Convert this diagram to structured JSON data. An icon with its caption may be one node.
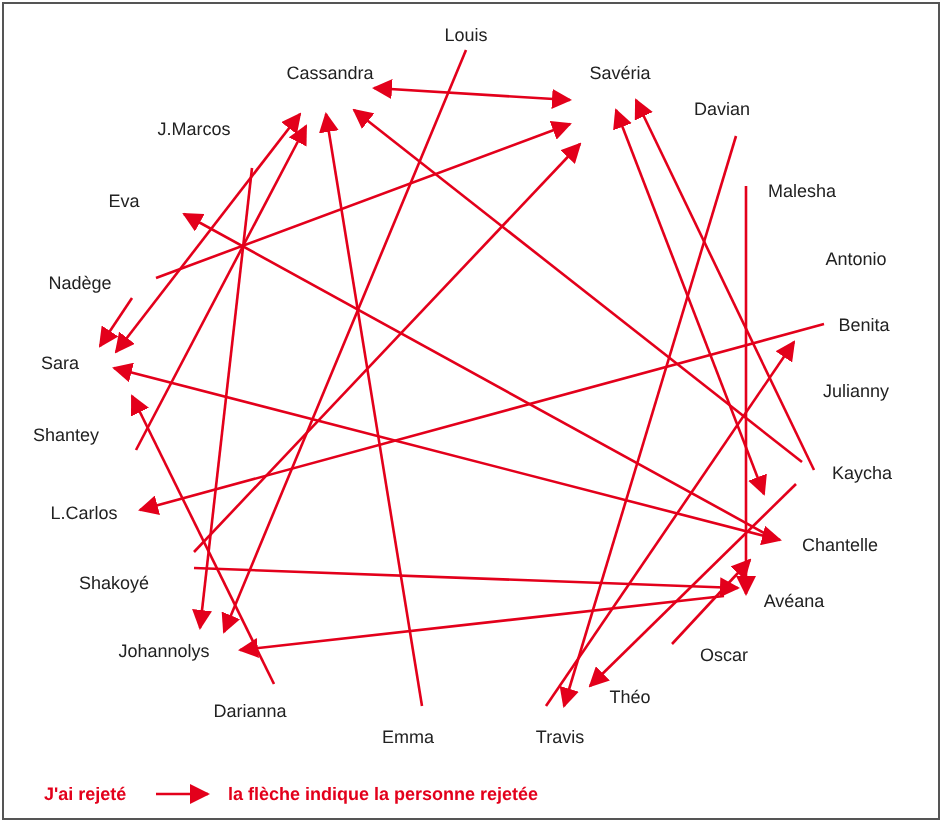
{
  "diagram": {
    "nodes": [
      {
        "text": [
          "Louis"
        ]
      },
      {
        "text": [
          "Cassandra"
        ]
      },
      {
        "text": [
          "Savéria"
        ]
      },
      {
        "text": [
          "Davian"
        ]
      },
      {
        "text": [
          "J.Marcos"
        ]
      },
      {
        "text": [
          "Malesha"
        ]
      },
      {
        "text": [
          "Eva"
        ]
      },
      {
        "text": [
          "Antonio"
        ]
      },
      {
        "text": [
          "Nadège"
        ]
      },
      {
        "text": [
          "Benita"
        ]
      },
      {
        "text": [
          "Sara"
        ]
      },
      {
        "text": [
          "Julianny"
        ]
      },
      {
        "text": [
          "Shantey"
        ]
      },
      {
        "text": [
          "Kaycha"
        ]
      },
      {
        "text": [
          "L.Carlos"
        ]
      },
      {
        "text": [
          "Chantelle"
        ]
      },
      {
        "text": [
          "Shakoyé"
        ]
      },
      {
        "text": [
          "Avéana"
        ]
      },
      {
        "text": [
          "Johannolys"
        ]
      },
      {
        "text": [
          "Oscar"
        ]
      },
      {
        "text": [
          "Darianna"
        ]
      },
      {
        "text": [
          "Théo"
        ]
      },
      {
        "text": [
          "Emma"
        ]
      },
      {
        "text": [
          "Travis"
        ]
      }
    ],
    "edges": [
      {
        "from": 1,
        "to": 2,
        "arrow": "both"
      },
      {
        "from": 0,
        "to": 18,
        "arrow": "to"
      },
      {
        "from": 4,
        "to": 18,
        "arrow": "to"
      },
      {
        "from": 8,
        "to": 2,
        "arrow": "to"
      },
      {
        "from": 8,
        "to": 10,
        "arrow": "to"
      },
      {
        "from": 1,
        "to": 10,
        "arrow": "both"
      },
      {
        "from": 12,
        "to": 1,
        "arrow": "to"
      },
      {
        "from": 22,
        "to": 1,
        "arrow": "to"
      },
      {
        "from": 13,
        "to": 1,
        "arrow": "to"
      },
      {
        "from": 16,
        "to": 2,
        "arrow": "to"
      },
      {
        "from": 2,
        "to": 15,
        "arrow": "both"
      },
      {
        "from": 13,
        "to": 2,
        "arrow": "to"
      },
      {
        "from": 3,
        "to": 23,
        "arrow": "to"
      },
      {
        "from": 5,
        "to": 17,
        "arrow": "to"
      },
      {
        "from": 10,
        "to": 15,
        "arrow": "both"
      },
      {
        "from": 19,
        "to": 15,
        "arrow": "to"
      },
      {
        "from": 13,
        "to": 21,
        "arrow": "to"
      },
      {
        "from": 9,
        "to": 14,
        "arrow": "to"
      },
      {
        "from": 23,
        "to": 9,
        "arrow": "to"
      },
      {
        "from": 15,
        "to": 6,
        "arrow": "to"
      },
      {
        "from": 20,
        "to": 10,
        "arrow": "to"
      },
      {
        "from": 16,
        "to": 17,
        "arrow": "to"
      },
      {
        "from": 17,
        "to": 18,
        "arrow": "to"
      }
    ],
    "labels": [
      "J'ai rejeté",
      "la flèche indique la personne rejetée"
    ]
  }
}
